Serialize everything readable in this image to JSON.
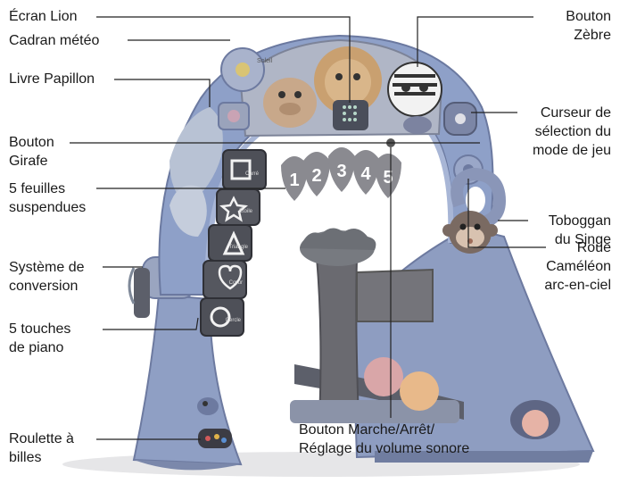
{
  "colors": {
    "text": "#1a1a1a",
    "leader": "#222222",
    "toy_blue": "#8aa2c9",
    "toy_gray": "#8d8d92",
    "toy_dark": "#55555a",
    "leaf": "#8a8a90",
    "ball_pink": "#d9a6a8",
    "ball_orange": "#e8b98a"
  },
  "labels": {
    "ecran_lion": "Écran Lion",
    "cadran_meteo": "Cadran météo",
    "livre_papillon": "Livre Papillon",
    "bouton_girafe_1": "Bouton",
    "bouton_girafe_2": "Girafe",
    "feuilles_1": "5 feuilles",
    "feuilles_2": "suspendues",
    "conversion_1": "Système de",
    "conversion_2": "conversion",
    "piano_1": "5 touches",
    "piano_2": "de piano",
    "roulette_1": "Roulette à",
    "roulette_2": "billes",
    "zebre_1": "Bouton",
    "zebre_2": "Zèbre",
    "curseur_1": "Curseur de",
    "curseur_2": "sélection du",
    "curseur_3": "mode de jeu",
    "toboggan_1": "Toboggan",
    "toboggan_2": "du Singe",
    "roue_1": "Roue",
    "roue_2": "Caméléon",
    "roue_3": "arc-en-ciel",
    "marche_1": "Bouton Marche/Arrêt/",
    "marche_2": "Réglage du volume sonore"
  },
  "toy_text": {
    "leaf_numbers": [
      "1",
      "2",
      "3",
      "4",
      "5"
    ],
    "sign_soleil": "Soleil",
    "key_labels": [
      "Carré",
      "Étoile",
      "Triangle",
      "Cœur",
      "Cercle"
    ]
  }
}
